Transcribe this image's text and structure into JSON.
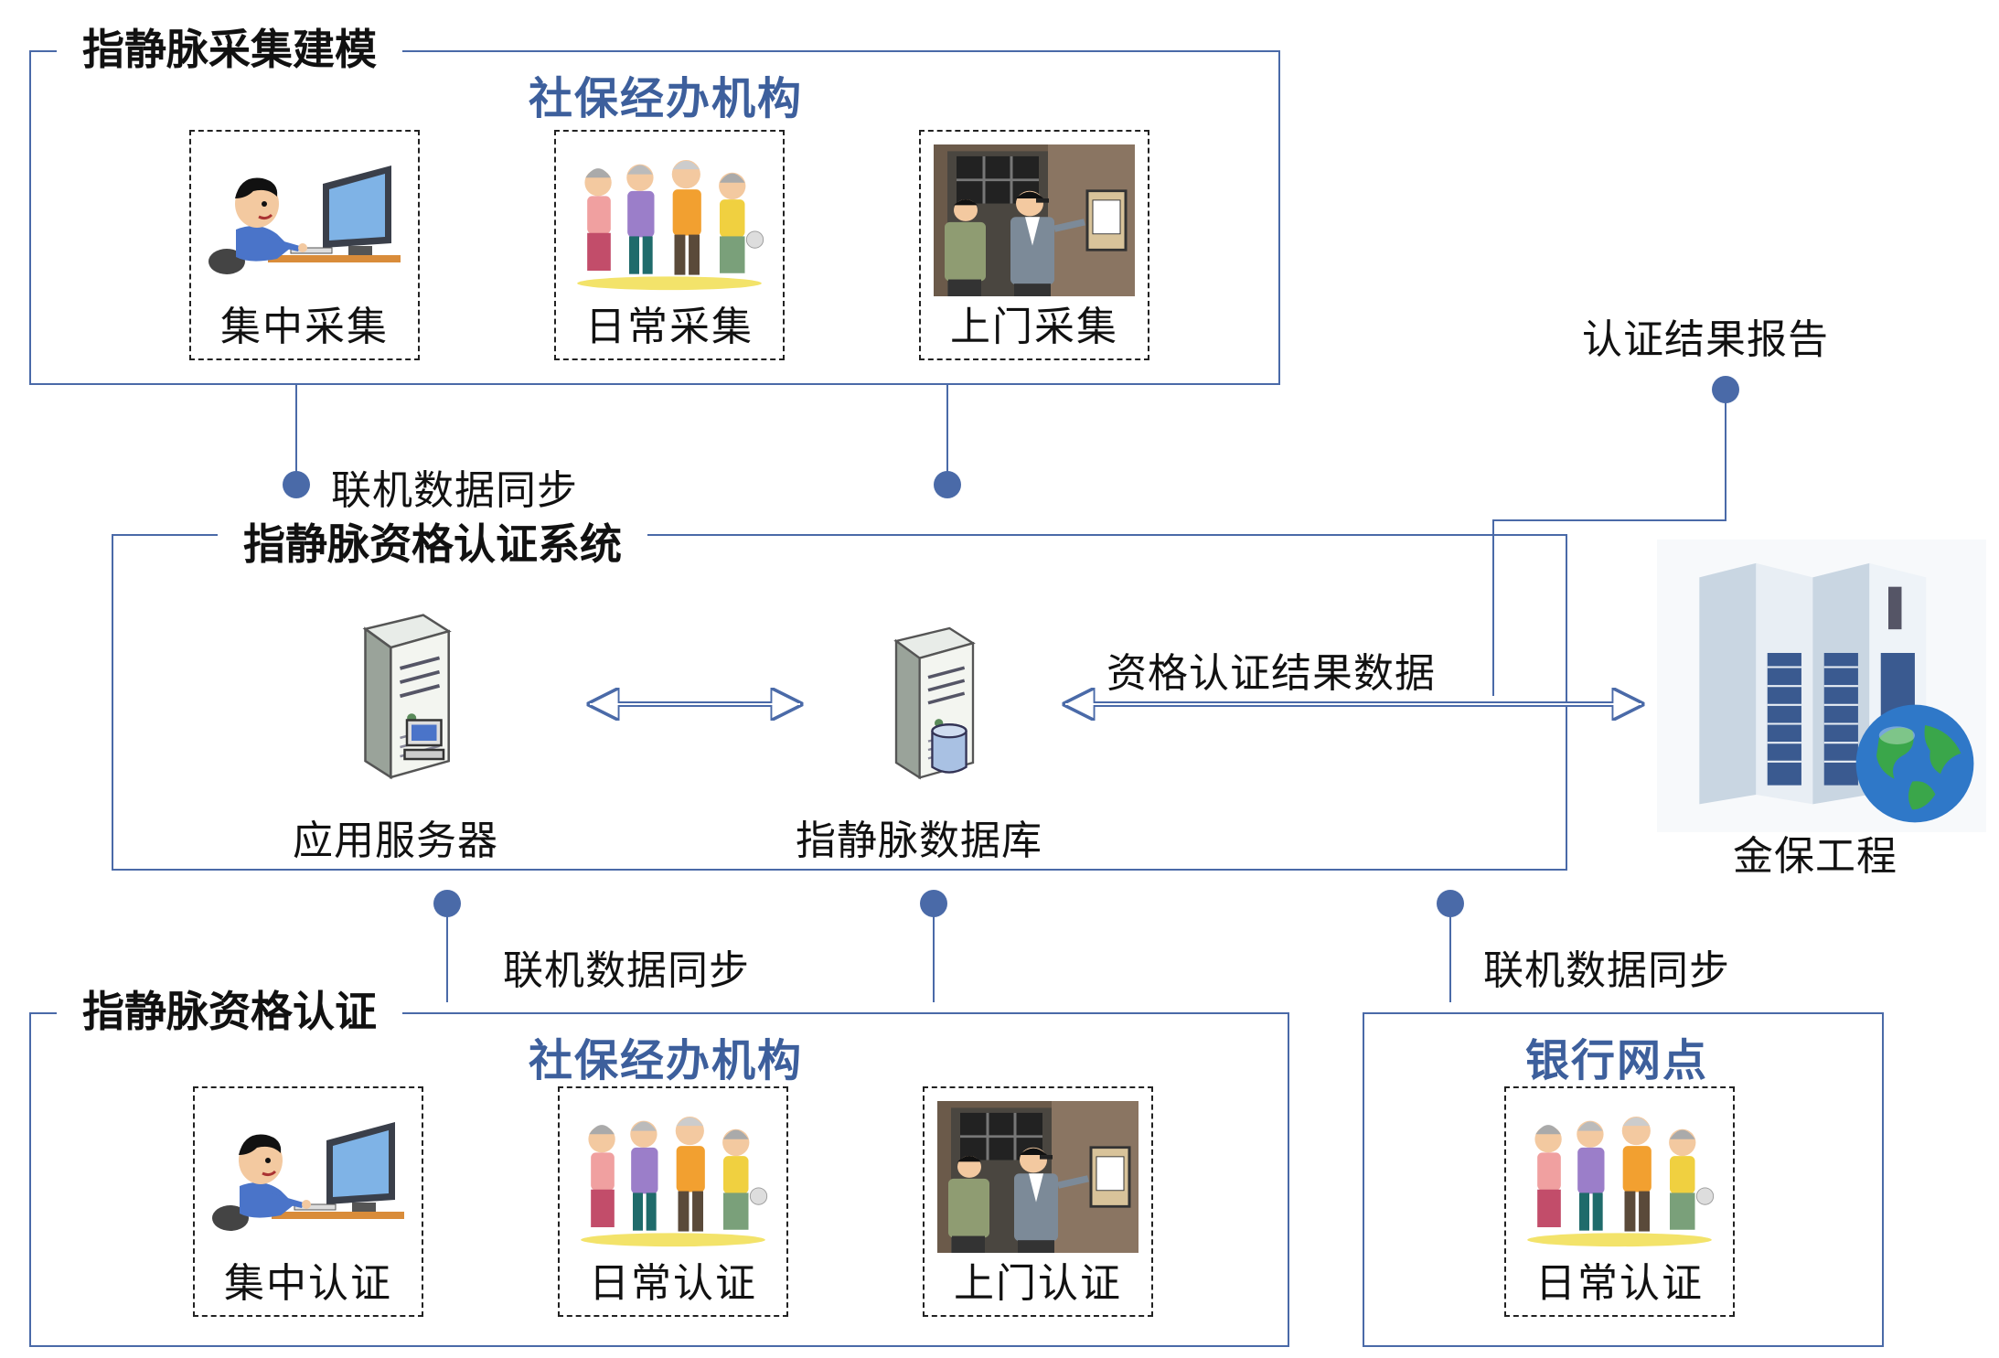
{
  "top_section": {
    "title": "指静脉采集建模",
    "org": "社保经办机构",
    "boxes": [
      {
        "label": "集中采集",
        "icon": "person-at-computer"
      },
      {
        "label": "日常采集",
        "icon": "elderly-group"
      },
      {
        "label": "上门采集",
        "icon": "home-visit"
      }
    ]
  },
  "middle_section": {
    "title": "指静脉资格认证系统",
    "app_server_label": "应用服务器",
    "database_label": "指静脉数据库",
    "result_data_label": "资格认证结果数据",
    "sync_label_top": "联机数据同步",
    "report_label": "认证结果报告"
  },
  "external": {
    "jinbao_label": "金保工程"
  },
  "bottom_section": {
    "title": "指静脉资格认证",
    "org": "社保经办机构",
    "sync_label": "联机数据同步",
    "boxes": [
      {
        "label": "集中认证",
        "icon": "person-at-computer"
      },
      {
        "label": "日常认证",
        "icon": "elderly-group"
      },
      {
        "label": "上门认证",
        "icon": "home-visit"
      }
    ]
  },
  "bank_section": {
    "title": "银行网点",
    "sync_label": "联机数据同步",
    "box": {
      "label": "日常认证",
      "icon": "elderly-group"
    }
  },
  "colors": {
    "frame": "#4a6aa8",
    "org_title": "#3d5f9c"
  }
}
